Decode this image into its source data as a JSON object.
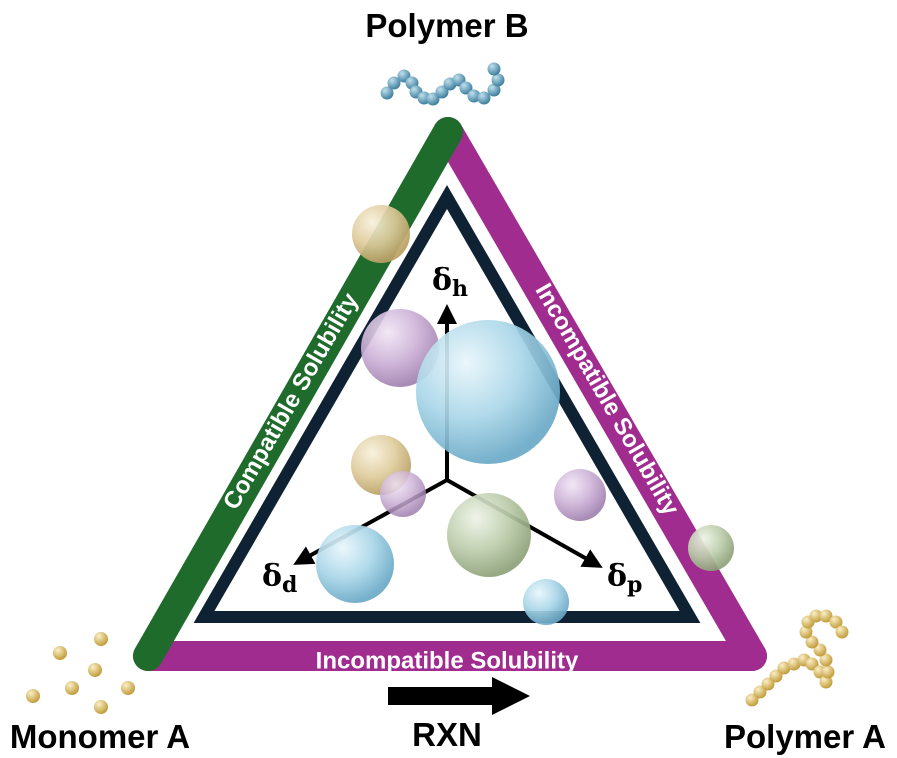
{
  "labels": {
    "top": "Polymer B",
    "bottom_left": "Monomer A",
    "bottom_right": "Polymer A",
    "reaction": "RXN"
  },
  "sides": {
    "left": "Compatible Solubility",
    "right": "Incompatible Solubility",
    "bottom": "Incompatible Solubility"
  },
  "axes": [
    {
      "symbol": "δ",
      "subscript": "h"
    },
    {
      "symbol": "δ",
      "subscript": "d"
    },
    {
      "symbol": "δ",
      "subscript": "p"
    }
  ],
  "colors": {
    "compatible": "#1f6b2c",
    "incompatible": "#a12c8f",
    "inner_frame": "#0f2233",
    "polymer_b_bead": "#4f95b4",
    "monomer_a_bead": "#d8b75e",
    "polymer_a_bead": "#d8b75e",
    "sphere_blue": "#8fc7de",
    "sphere_purple": "#c2a2cf",
    "sphere_tan": "#dcc794",
    "sphere_green": "#b7c9a4"
  }
}
